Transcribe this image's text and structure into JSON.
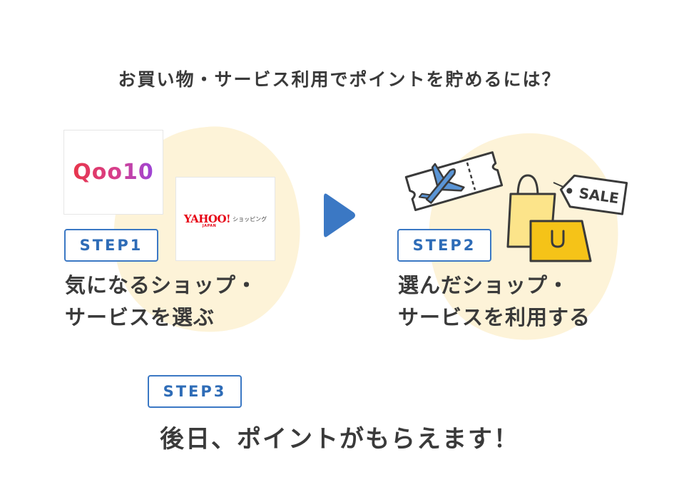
{
  "heading": "お買い物・サービス利用でポイントを貯めるには？",
  "step1": {
    "badge": "STEP1",
    "line1": "気になるショップ・",
    "line2": "サービスを選ぶ",
    "logos": {
      "qoo10": "Qoo10",
      "yahoo_main": "YAHOO!",
      "yahoo_japan": "JAPAN",
      "yahoo_shopping": "ショッピング"
    }
  },
  "arrow_icon": "play-triangle-icon",
  "step2": {
    "badge": "STEP2",
    "line1": "選んだショップ・",
    "line2": "サービスを利用する",
    "sale_tag": "SALE",
    "icons": [
      "airplane-ticket-icon",
      "shopping-bag-icon",
      "sale-tag-icon"
    ]
  },
  "step3": {
    "badge": "STEP3",
    "text": "後日、ポイントがもらえます！"
  },
  "colors": {
    "accent_blue": "#3b78c4",
    "blob": "#fdf3d8",
    "bag_yellow": "#f5c318",
    "bag_light": "#fce48a",
    "ticket_blue": "#5a95d6"
  }
}
